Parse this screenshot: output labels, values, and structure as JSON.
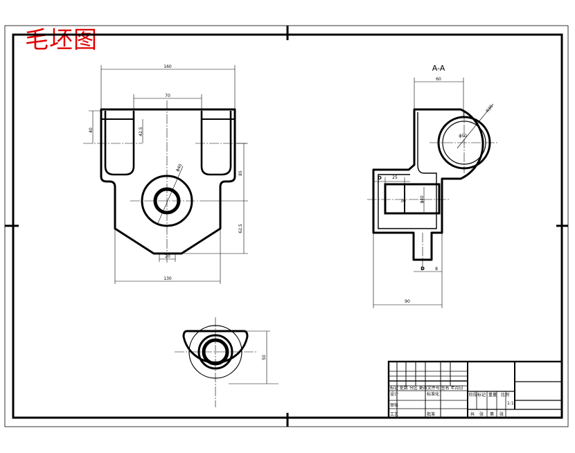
{
  "drawing": {
    "title": "毛坯图",
    "title_color": "#e00000",
    "line_color": "#000000",
    "background": "#ffffff",
    "section_label": "A-A"
  },
  "dimensions": {
    "front_overall_width": "160",
    "front_top_slot": "70",
    "front_left_height": "40",
    "front_inner_height": "42.5",
    "front_boss_diameter": "ϕ40",
    "front_right_upper": "85",
    "front_right_lower": "62.5",
    "front_bottom_width": "130",
    "front_bottom_small": "20",
    "side_top_width": "60",
    "side_circle_radius": "R30",
    "side_inner_circle": "ϕ50",
    "side_left_label": "D",
    "side_step": "25",
    "side_bore": "30",
    "side_bore_diameter": "ϕ40",
    "side_bottom_label": "D",
    "side_bottom_small": "8",
    "side_overall_width": "90",
    "top_view_height": "50"
  },
  "title_block": {
    "row1": "标记 处数 分区 更改文件号 签名 年月日",
    "row_design": "设计",
    "row_std": "标准化",
    "stage_label": "阶段标记",
    "weight_label": "重量",
    "scale_label": "比例",
    "scale_value": "1:1",
    "review": "审核",
    "process": "工艺",
    "approve": "批准",
    "sheets_total": "共",
    "sheet_word": "张",
    "sheet_no": "第"
  }
}
